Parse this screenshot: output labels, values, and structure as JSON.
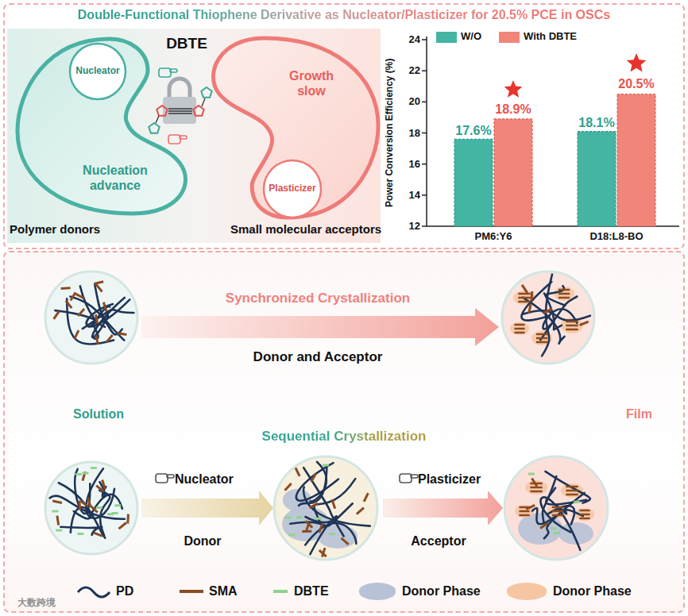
{
  "diagram": {
    "title": "Double-Functional Thiophene Derivative as Nucleator/Plasticizer for 20.5% PCE in OSCs",
    "nodes": [
      {
        "text": [
          "Nucleation advance"
        ]
      },
      {
        "text": [
          "Nucleator"
        ],
        "in": 0
      },
      {
        "text": [
          "Growth slow"
        ]
      },
      {
        "text": [
          "Plasticizer"
        ],
        "in": 2
      }
    ],
    "labels": [
      "DBTE",
      "Polymer donors",
      "Small molecular acceptors",
      "Power Conversion Efficiency (%)",
      "24",
      "22",
      "20",
      "18",
      "16",
      "14",
      "12",
      "17.6%",
      "18.9%",
      "18.1%",
      "20.5%",
      "PM6:Y6",
      "D18:L8-BO",
      "Synchronized Crystallization",
      "Donor and Acceptor",
      "Solution",
      "Film",
      "Sequential Crystallization",
      "Nucleator",
      "Donor",
      "Plasticizer",
      "Acceptor",
      "大数跨境"
    ],
    "legend": [
      {
        "text": "W/O",
        "color": "#45b5a3"
      },
      {
        "text": "With DBTE",
        "color": "#f2857a"
      },
      {
        "text": "PD"
      },
      {
        "text": "SMA"
      },
      {
        "text": "DBTE"
      },
      {
        "text": "Donor Phase",
        "color": "#b7c2d6"
      },
      {
        "text": "Donor Phase",
        "color": "#f6c6a3"
      }
    ]
  }
}
